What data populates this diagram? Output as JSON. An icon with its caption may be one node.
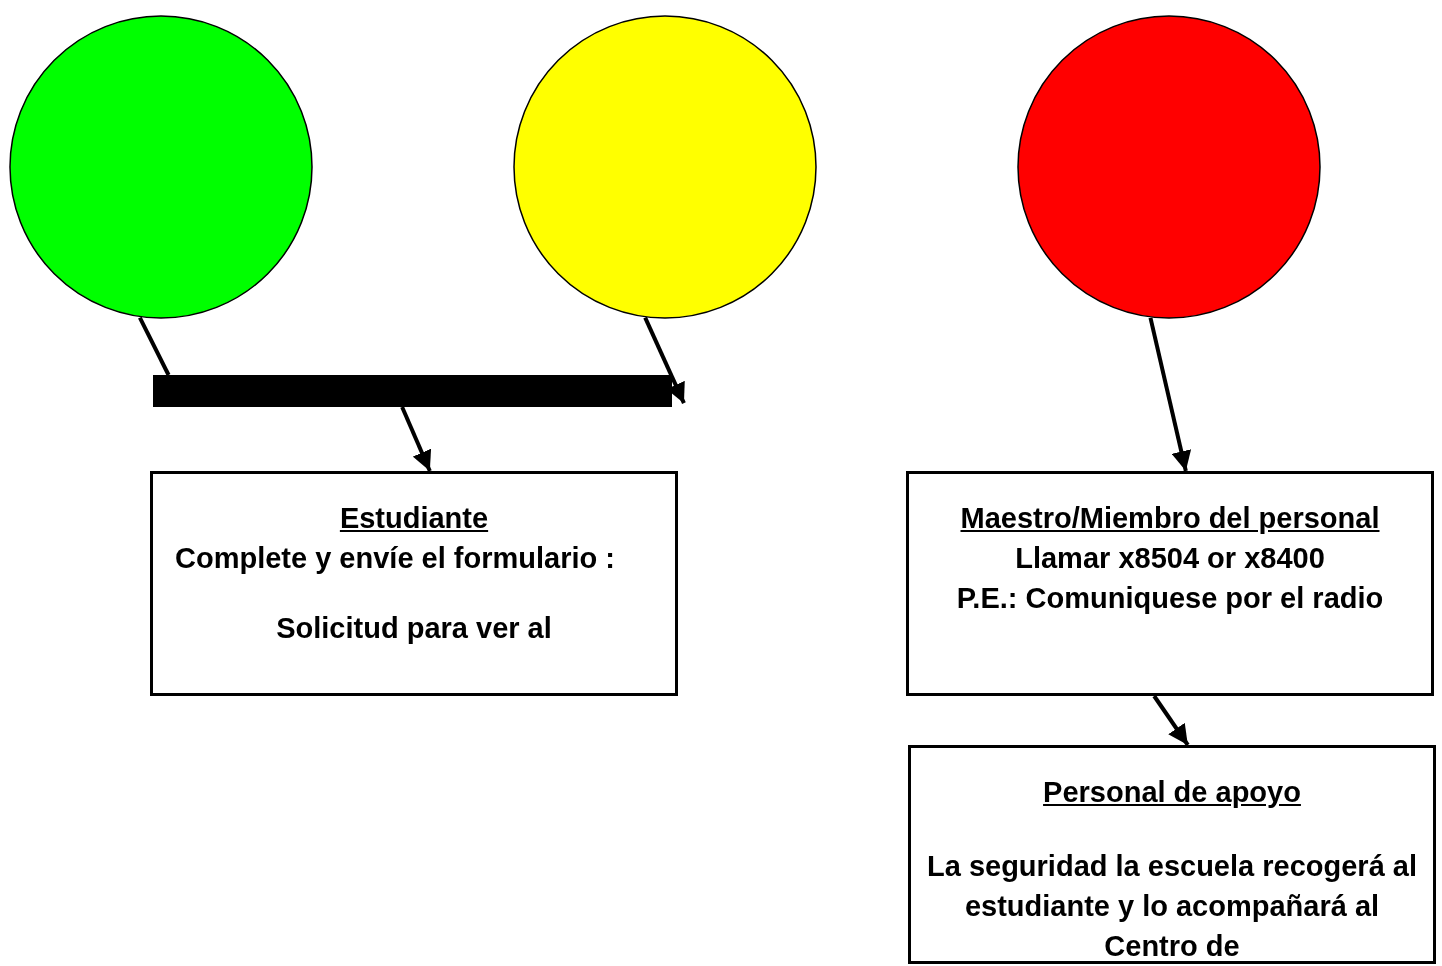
{
  "diagram": {
    "nodes": [
      {
        "text": [],
        "shape": "circle"
      },
      {
        "text": [],
        "shape": "circle"
      },
      {
        "text": [],
        "shape": "circle"
      },
      {
        "text": [],
        "shape": "bar"
      },
      {
        "text": [
          "Estudiante",
          "Complete y envíe el formulario :",
          "Solicitud para ver al"
        ]
      },
      {
        "text": [
          "Maestro/Miembro del personal",
          "Llamar x8504 or x8400",
          "P.E.: Comuniquese por el radio"
        ]
      },
      {
        "text": [
          "Personal de apoyo",
          "La seguridad la escuela recogerá al estudiante y lo acompañará al Centro de"
        ]
      }
    ],
    "edges": [
      {
        "from": 0,
        "to": 3,
        "arrow": "none"
      },
      {
        "from": 1,
        "to": 3,
        "arrow": "to"
      },
      {
        "from": 3,
        "to": 4,
        "arrow": "to"
      },
      {
        "from": 2,
        "to": 5,
        "arrow": "to"
      },
      {
        "from": 5,
        "to": 6,
        "arrow": "to"
      }
    ]
  }
}
